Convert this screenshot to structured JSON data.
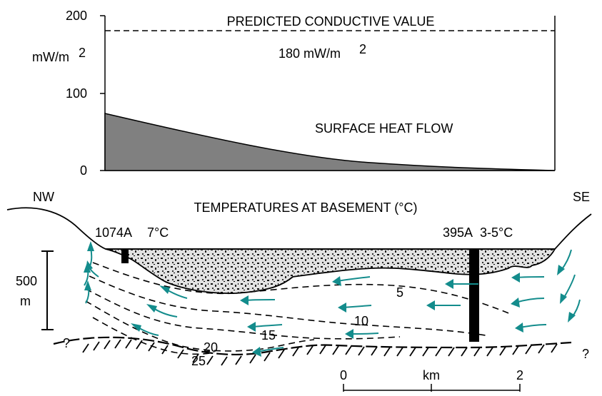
{
  "heat_flow_panel": {
    "y_ticks": [
      "200",
      "100",
      "0"
    ],
    "y_unit": "mW/m",
    "y_unit_sup": "2",
    "predicted_label": "PREDICTED CONDUCTIVE VALUE",
    "predicted_value": "180 mW/m",
    "predicted_value_sup": "2",
    "curve_label": "SURFACE HEAT FLOW"
  },
  "cross_section": {
    "left_direction": "NW",
    "right_direction": "SE",
    "title": "TEMPERATURES AT BASEMENT (°C)",
    "wells": [
      {
        "name": "1074A",
        "temp": "7°C"
      },
      {
        "name": "395A",
        "temp": "3-5°C"
      }
    ],
    "vertical_scale": {
      "value": "500",
      "unit": "m"
    },
    "isotherms": [
      "5",
      "10",
      "15",
      "20",
      "25"
    ],
    "unknown_marks": [
      "?",
      "?"
    ],
    "horizontal_scale": {
      "ticks": [
        "0",
        "2"
      ],
      "unit": "km"
    }
  }
}
